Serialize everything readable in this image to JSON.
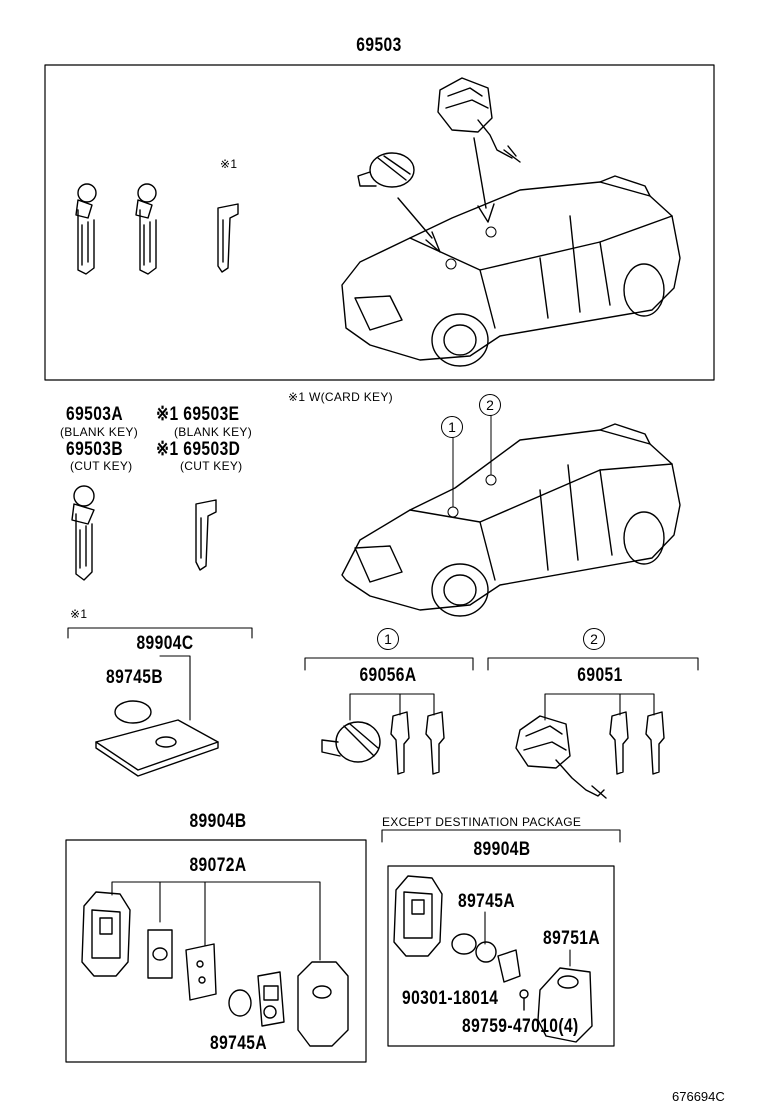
{
  "labels": {
    "top_assembly": "69503",
    "card_key_note": "※1 W(CARD KEY)",
    "p69503a": "69503A",
    "blank_key_1": "(BLANK KEY)",
    "p69503b": "69503B",
    "cut_key_1": "(CUT KEY)",
    "p69503e": "※1 69503E",
    "blank_key_2": "(BLANK KEY)",
    "p69503d": "※1 69503D",
    "cut_key_2": "(CUT KEY)",
    "asterisk_1a": "※1",
    "asterisk_1b": "※1",
    "p89904c": "89904C",
    "p89745b": "89745B",
    "callout_1": "1",
    "callout_2": "2",
    "callout_1b": "1",
    "callout_2b": "2",
    "p69056a": "69056A",
    "p69051": "69051",
    "p89904b_left": "89904B",
    "p89072a": "89072A",
    "p89745a_left": "89745A",
    "except_note": "EXCEPT DESTINATION PACKAGE",
    "p89904b_right": "89904B",
    "p89745a_right": "89745A",
    "p89751a": "89751A",
    "p90301": "90301-18014",
    "p89759": "89759-47010(4)",
    "diagram_ref": "676694C"
  }
}
